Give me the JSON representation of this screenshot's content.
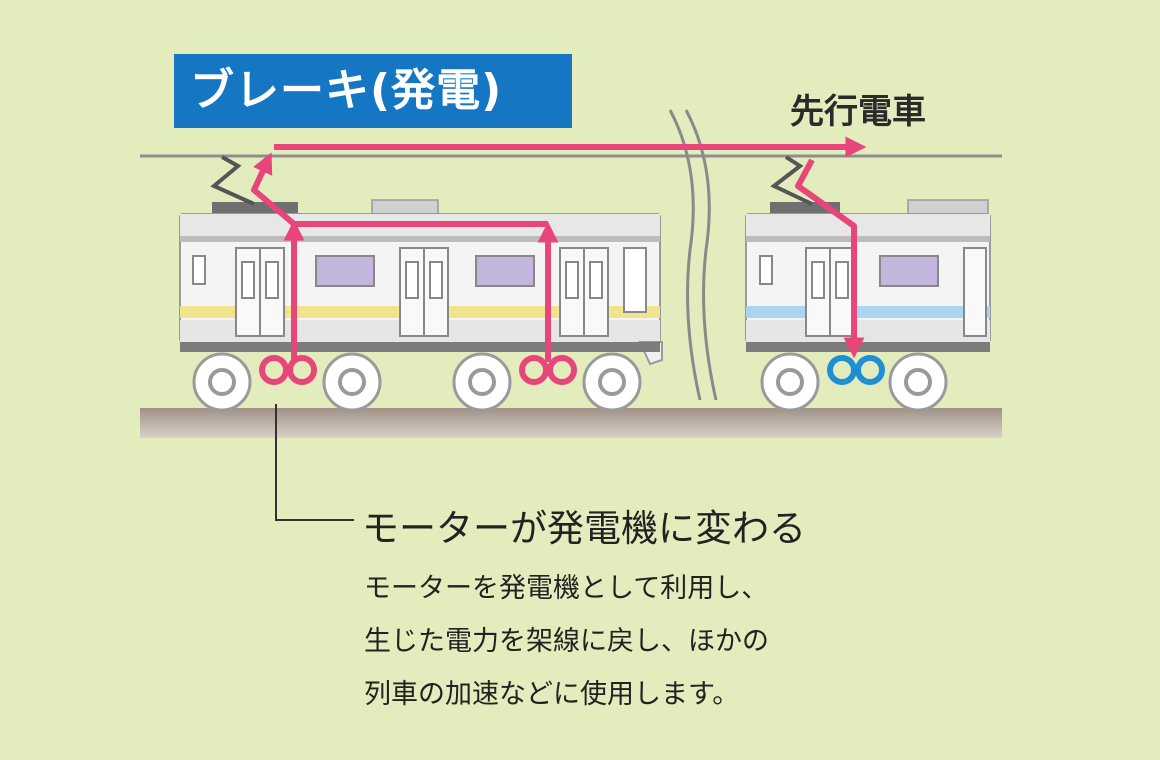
{
  "title": "ブレーキ(発電)",
  "lead_train_label": "先行電車",
  "heading": "モーターが発電機に変わる",
  "description": [
    "モーターを発電機として利用し、",
    "生じた電力を架線に戻し、ほかの",
    "列車の加速などに使用します。"
  ],
  "colors": {
    "background": "#e2ecbd",
    "title_bg": "#1577c4",
    "power_flow": "#e8457a",
    "motor_generating": "#e8457a",
    "motor_consuming": "#1f8fd4",
    "stripe_yellow": "#f1e48e",
    "stripe_blue": "#a9d6ee",
    "window": "#c2b6dc"
  }
}
